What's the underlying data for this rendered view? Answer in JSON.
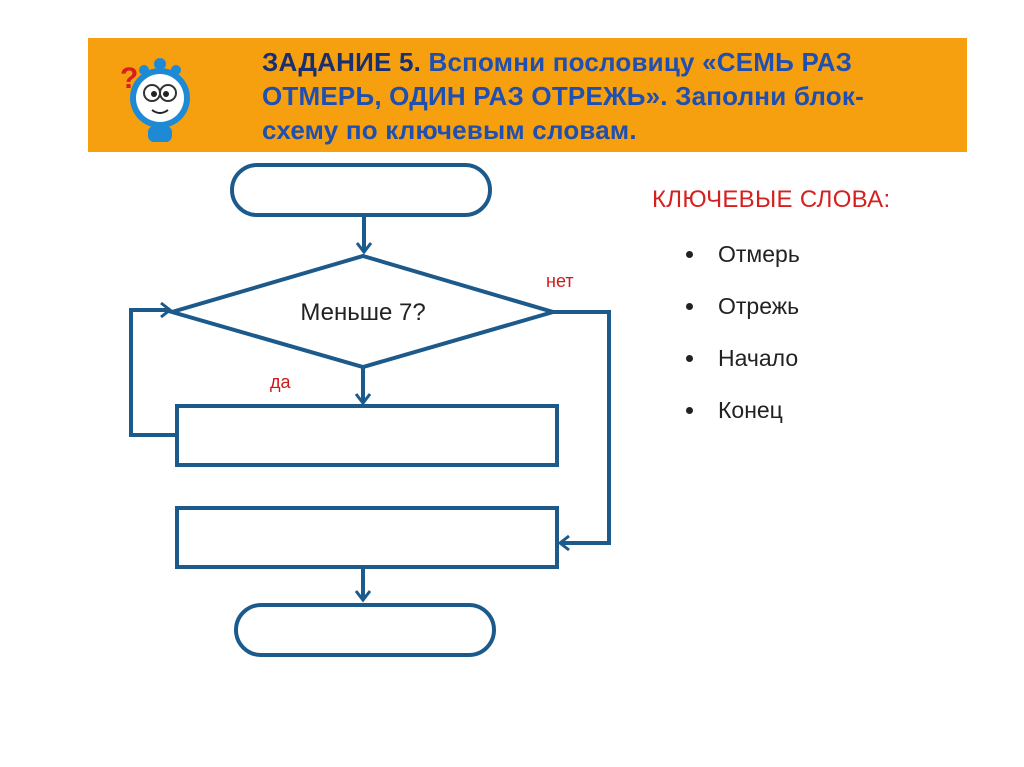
{
  "task": {
    "number": "ЗАДАНИЕ 5.",
    "line1_rest": "Вспомни пословицу «СЕМЬ РАЗ",
    "line2": "ОТМЕРЬ, ОДИН РАЗ ОТРЕЖЬ». Заполни блок-",
    "line3": "схему по ключевым словам."
  },
  "flowchart": {
    "decision": "Меньше 7?",
    "yes_label": "да",
    "no_label": "нет"
  },
  "keywords": {
    "title": "КЛЮЧЕВЫЕ СЛОВА:",
    "items": [
      "Отмерь",
      "Отрежь",
      "Начало",
      "Конец"
    ]
  },
  "colors": {
    "banner": "#f7a00f",
    "flow_stroke": "#1d5a8c",
    "keyword_title": "#d62020",
    "branch_labels": "#d01818"
  }
}
